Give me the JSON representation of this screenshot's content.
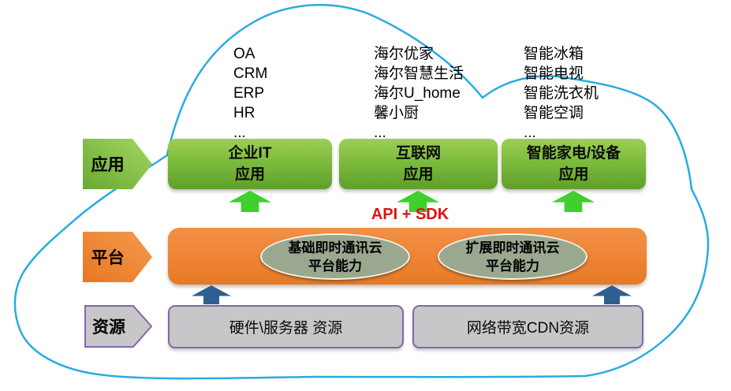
{
  "app_lists": [
    {
      "items": [
        "OA",
        "CRM",
        "ERP",
        "HR",
        "..."
      ]
    },
    {
      "items": [
        "海尔优家",
        "海尔智慧生活",
        "海尔U_home",
        "馨小厨",
        "..."
      ]
    },
    {
      "items": [
        "智能冰箱",
        "智能电视",
        "智能洗衣机",
        "智能空调",
        "..."
      ]
    }
  ],
  "application_layer": {
    "label": "应用",
    "boxes": [
      {
        "line1": "企业IT",
        "line2": "应用"
      },
      {
        "line1": "互联网",
        "line2": "应用"
      },
      {
        "line1": "智能家电/设备",
        "line2": "应用"
      }
    ]
  },
  "api_label": "API + SDK",
  "platform_layer": {
    "label": "平台",
    "capabilities": [
      {
        "line1": "基础即时通讯云",
        "line2": "平台能力"
      },
      {
        "line1": "扩展即时通讯云",
        "line2": "平台能力"
      }
    ]
  },
  "resource_layer": {
    "label": "资源",
    "boxes": [
      {
        "text": "硬件\\服务器 资源"
      },
      {
        "text": "网络带宽CDN资源"
      }
    ]
  },
  "colors": {
    "cloud_outline": "#29ABE2",
    "app_green_light": "#9CCF55",
    "app_green_dark": "#5F9F2B",
    "arrow_green": "#3FCF2E",
    "platform_orange": "#EE8434",
    "capability_ellipse_fill": "#9AA890",
    "arrow_blue": "#2F5F90",
    "resource_gray": "#C7C6C8",
    "resource_border_purple": "#8566A9",
    "api_red": "#DF1212"
  }
}
